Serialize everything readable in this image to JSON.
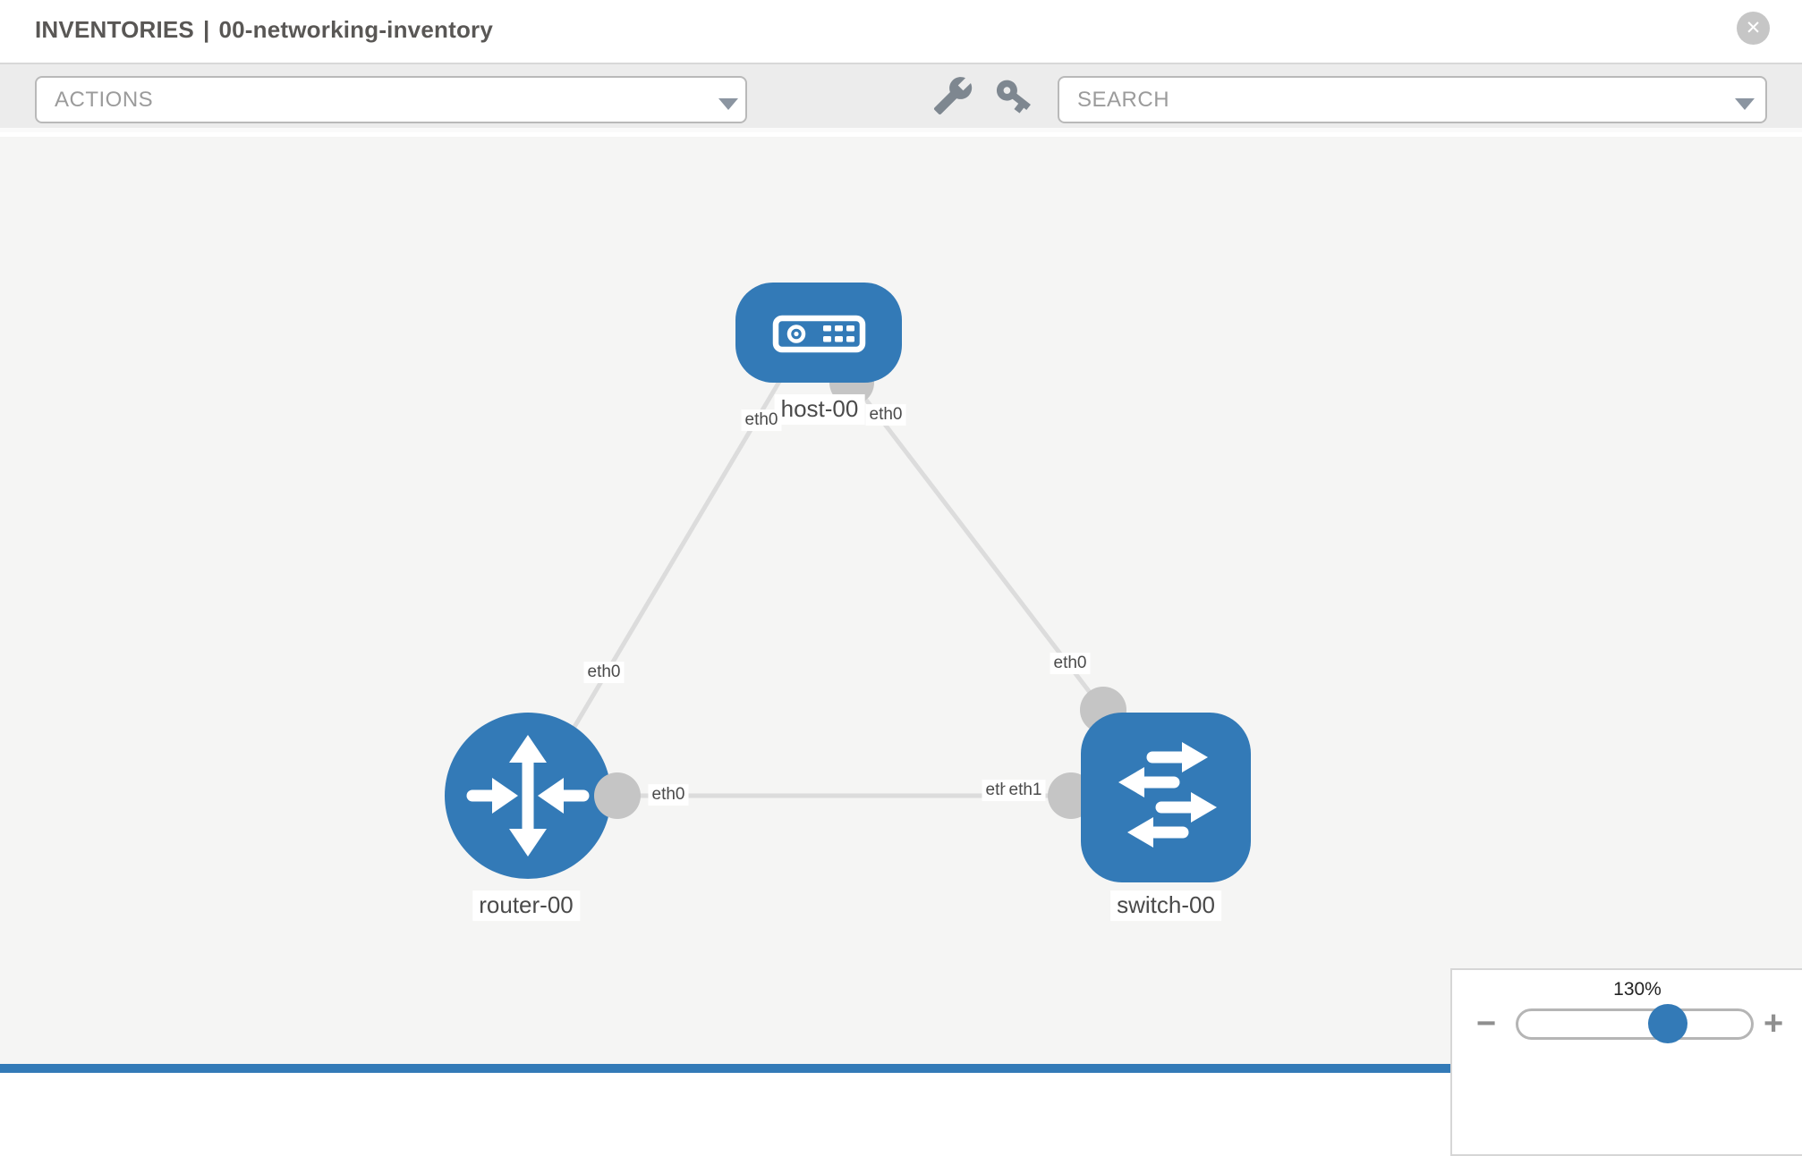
{
  "header": {
    "title": "INVENTORIES | 00-networking-inventory",
    "title_primary": "INVENTORIES",
    "title_divider": "|",
    "title_secondary": "00-networking-inventory"
  },
  "toolbar": {
    "actions_label": "ACTIONS",
    "search_label": "SEARCH"
  },
  "icons": {
    "close": "✕",
    "toolbar_icons": [
      "wrench-icon",
      "key-icon"
    ]
  },
  "topology": {
    "nodes": [
      {
        "id": "host-00",
        "type": "host",
        "label": "host-00"
      },
      {
        "id": "router-00",
        "type": "router",
        "label": "router-00"
      },
      {
        "id": "switch-00",
        "type": "switch",
        "label": "switch-00"
      }
    ],
    "links": [
      {
        "source": "host-00",
        "source_port": "eth0",
        "target": "router-00",
        "target_port": "eth0"
      },
      {
        "source": "host-00",
        "source_port": "eth0",
        "target": "switch-00",
        "target_port": "eth0"
      },
      {
        "source": "router-00",
        "source_port": "eth0",
        "target": "switch-00",
        "target_port": "eth1"
      }
    ],
    "labels": {
      "host": "host-00",
      "router": "router-00",
      "switch": "switch-00",
      "host_port_left": "eth0",
      "host_port_right": "eth0",
      "link_host_router_port": "eth0",
      "link_host_switch_port": "eth0",
      "router_port_right": "eth0",
      "switch_port_left_under": "eth0",
      "switch_port_left": "eth1"
    }
  },
  "zoom_control": {
    "level": "130%",
    "zoom_out": "−",
    "zoom_in": "+"
  },
  "colors": {
    "node_fill": "#337ab7",
    "link": "#dcdcdc",
    "connector": "#c5c5c5",
    "canvas_bg": "#f5f5f4",
    "toolbar_bg": "#ececec",
    "accent": "#337ab7"
  }
}
